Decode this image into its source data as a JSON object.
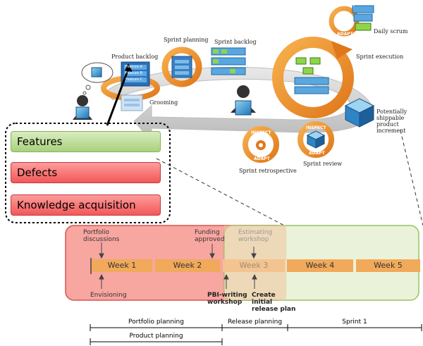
{
  "scrum_cycle": {
    "product_backlog": "Product backlog",
    "features": [
      "Feature A",
      "Feature B",
      "Feature C"
    ],
    "grooming": "Grooming",
    "sprint_planning": "Sprint planning",
    "sprint_backlog": "Sprint backlog",
    "daily_scrum": "Daily scrum",
    "sprint_execution": "Sprint execution",
    "inspect": "INSPECT",
    "adapt": "ADAPT",
    "increment": "Potentially shippable product increment",
    "sprint_retrospective": "Sprint retrospective",
    "sprint_review": "Sprint review"
  },
  "legend": {
    "features": "Features",
    "defects": "Defects",
    "knowledge": "Knowledge acquisition"
  },
  "timeline": {
    "weeks": [
      "Week 1",
      "Week 2",
      "Week 3",
      "Week 4",
      "Week 5"
    ],
    "portfolio_discussions": "Portfolio discussions",
    "funding_approved": "Funding approved",
    "estimating_workshop": "Estimating workshop",
    "envisioning": "Envisioning",
    "pbi_writing_workshop": "PBI-writing workshop",
    "create_initial_release_plan": "Create initial release plan"
  },
  "phases": {
    "portfolio_planning": "Portfolio planning",
    "release_planning": "Release planning",
    "sprint_1": "Sprint 1",
    "product_planning": "Product planning"
  },
  "colors": {
    "orange": "#f39a2e",
    "green_region": "#e8f2d6",
    "red_region": "#f6a7a0"
  }
}
